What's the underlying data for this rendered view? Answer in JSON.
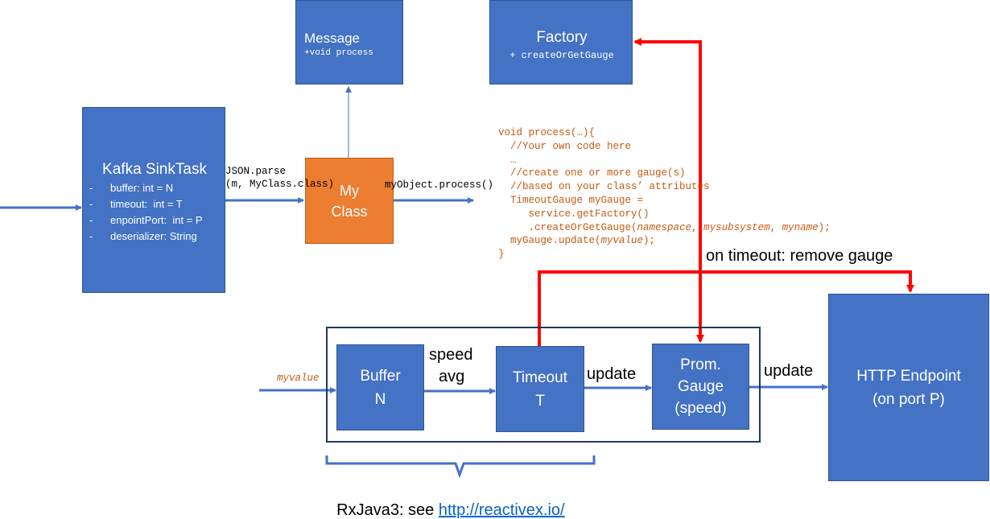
{
  "message_box": {
    "title": "Message",
    "method": "+void process"
  },
  "factory_box": {
    "title": "Factory",
    "method": "+ createOrGetGauge"
  },
  "kafka_box": {
    "title": "Kafka SinkTask",
    "fields": [
      {
        "dash": "-",
        "text": "buffer: int = N"
      },
      {
        "dash": "-",
        "text": "timeout:  int = T"
      },
      {
        "dash": "-",
        "text": "enpointPort:  int = P"
      },
      {
        "dash": "-",
        "text": "deserializer: String"
      }
    ]
  },
  "myclass_box": {
    "line1": "My",
    "line2": "Class"
  },
  "labels": {
    "json_parse_1": "JSON.parse",
    "json_parse_2": "(m, MyClass.class)",
    "my_object_process": "myObject.process()",
    "on_timeout": "on timeout: remove gauge",
    "myvalue": "myvalue",
    "speed": "speed",
    "avg": "avg",
    "update1": "update",
    "update2": "update",
    "rxjava_prefix": "RxJava3: see ",
    "rxjava_link": "http://reactivex.io/"
  },
  "code": {
    "l1": "void process(…){",
    "l2": "  //Your own code here",
    "l3": "  …",
    "l4": "  //create one or more gauge(s)",
    "l5": "  //based on your class’ attributes",
    "l6": "  TimeoutGauge myGauge =",
    "l7": "     service.getFactory()",
    "l8a": "     .createOrGetGauge(",
    "l8b": "namespace",
    "l8c": ", ",
    "l8d": "mysubsystem",
    "l8e": ", ",
    "l8f": "myname",
    "l8g": ");",
    "l9a": "  myGauge.update(",
    "l9b": "myvalue",
    "l9c": ");",
    "l10": "}"
  },
  "buffer_box": {
    "line1": "Buffer",
    "line2": "N"
  },
  "timeout_box": {
    "line1": "Timeout",
    "line2": "T"
  },
  "gauge_box": {
    "line1": "Prom.",
    "line2": "Gauge",
    "line3": "(speed)"
  },
  "http_box": {
    "line1": "HTTP Endpoint",
    "line2": "(on port P)"
  },
  "colors": {
    "blue_box": "#4472c4",
    "orange_box": "#ed7d31",
    "red_line": "#ff0000",
    "code_text": "#c55a11",
    "frame": "#1f3864"
  }
}
